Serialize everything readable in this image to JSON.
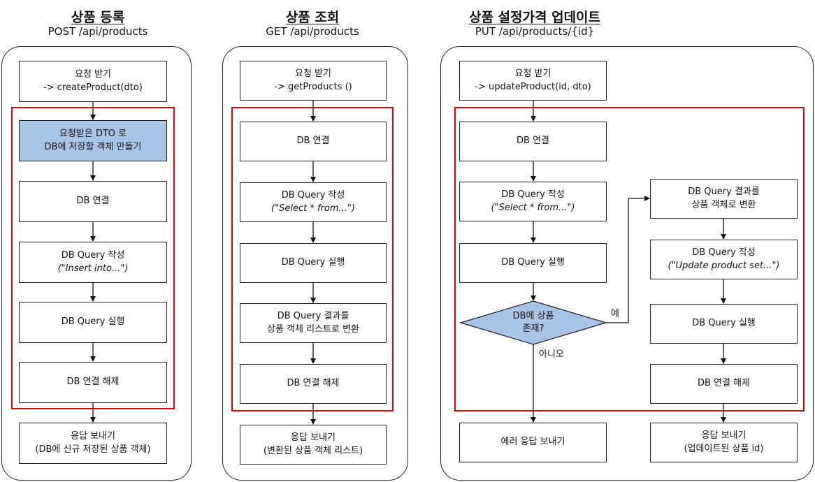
{
  "columns": [
    {
      "title": "상품 등록",
      "endpoint": "POST /api/products",
      "request": [
        "요청 받기",
        "-> createProduct(dto)"
      ],
      "steps": [
        [
          "요청받은 DTO 로",
          "DB에 저장할 객체 만들기"
        ],
        [
          "DB 연결"
        ],
        [
          "DB Query 작성",
          "(\"Insert into...\")"
        ],
        [
          "DB Query 실행"
        ],
        [
          "DB 연결 해제"
        ]
      ],
      "response": [
        "응답 보내기",
        "(DB에 신규 저장된 상품 객체)"
      ]
    },
    {
      "title": "상품 조회",
      "endpoint": "GET /api/products",
      "request": [
        "요청 받기",
        "-> getProducts ()"
      ],
      "steps": [
        [
          "DB 연결"
        ],
        [
          "DB Query 작성",
          "(\"Select * from...\")"
        ],
        [
          "DB Query 실행"
        ],
        [
          "DB Query 결과를",
          "상품 객체 리스트로 변환"
        ],
        [
          "DB 연결 해제"
        ]
      ],
      "response": [
        "응답 보내기",
        "(변환된 상품 객체 리스트)"
      ]
    },
    {
      "title": "상품 설정가격 업데이트",
      "endpoint": "PUT /api/products/{id}",
      "request": [
        "요청 받기",
        "-> updateProduct(id, dto)"
      ],
      "steps_left": [
        [
          "DB 연결"
        ],
        [
          "DB Query 작성",
          "(\"Select * from...\")"
        ],
        [
          "DB Query 실행"
        ]
      ],
      "decision": [
        "DB에 상품",
        "존재?"
      ],
      "yes_label": "예",
      "no_label": "아니오",
      "steps_right": [
        [
          "DB Query 결과를",
          "상품 객체로 변환"
        ],
        [
          "DB Query 작성",
          "(\"Update product set...\")"
        ],
        [
          "DB Query 실행"
        ],
        [
          "DB 연결 해제"
        ]
      ],
      "error_response": "에러 응답 보내기",
      "response": [
        "응답 보내기",
        "(업데이트된 상품 id)"
      ]
    }
  ],
  "colors": {
    "highlight_border": "#e00000",
    "blue_box": "#a9c4e4"
  }
}
